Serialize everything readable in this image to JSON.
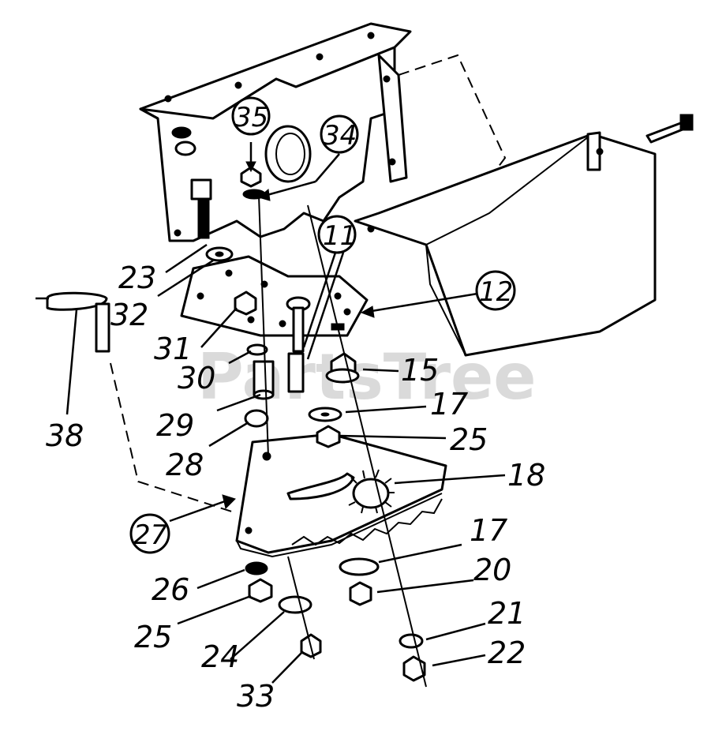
{
  "watermark": "PartsTree",
  "callouts": {
    "c11": "11",
    "c12": "12",
    "c15": "15",
    "c17a": "17",
    "c17b": "17",
    "c18": "18",
    "c20": "20",
    "c21": "21",
    "c22": "22",
    "c23": "23",
    "c24": "24",
    "c25a": "25",
    "c25b": "25",
    "c26": "26",
    "c27": "27",
    "c28": "28",
    "c29": "29",
    "c30": "30",
    "c31": "31",
    "c32": "32",
    "c33": "33",
    "c34": "34",
    "c35": "35",
    "c38": "38"
  }
}
